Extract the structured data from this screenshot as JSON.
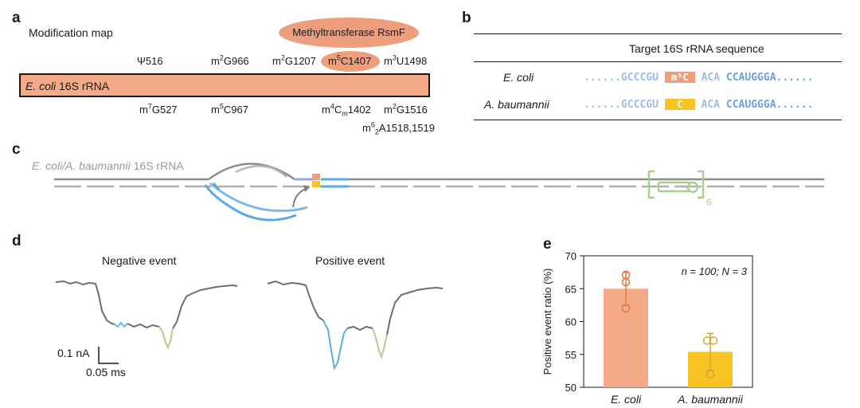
{
  "panel_a": {
    "label": "a",
    "title": "Modification map",
    "enzyme": "Methyltransferase RsmF",
    "bar_italic": "E. coli",
    "bar_rest": " 16S rRNA",
    "mods_above": [
      {
        "pre": "Ψ516",
        "sup": "",
        "post": ""
      },
      {
        "pre": "m",
        "sup": "2",
        "post": "G966"
      },
      {
        "pre": "m",
        "sup": "2",
        "post": "G1207"
      },
      {
        "pre": "m",
        "sup": "5",
        "post": "C1407"
      },
      {
        "pre": "m",
        "sup": "3",
        "post": "U1498"
      }
    ],
    "mods_below": [
      {
        "pre": "m",
        "sup": "7",
        "post": "G527"
      },
      {
        "pre": "m",
        "sup": "5",
        "post": "C967"
      },
      {
        "pre": "m",
        "sup": "4",
        "mid": "C",
        "sub": "m",
        "post": "1402"
      },
      {
        "pre": "m",
        "sup": "2",
        "post": "G1516"
      }
    ],
    "mod_last": {
      "pre": "m",
      "sup": "6",
      "sub": "2",
      "post": "A1518,1519"
    }
  },
  "panel_b": {
    "label": "b",
    "header": "Target 16S rRNA sequence",
    "rows": [
      {
        "organism": "E. coli",
        "dots_left": "......",
        "left": "GCCCGU",
        "box": "m⁵C",
        "box_color": "#ee9e7d",
        "mid": "ACA",
        "right": "CCAUGGGA",
        "dots_right": "......"
      },
      {
        "organism": "A. baumannii",
        "dots_left": "......",
        "left": "GCCCGU",
        "box": "C",
        "box_color": "#f7c325",
        "mid": "ACA",
        "right": "CCAUGGGA",
        "dots_right": "......"
      }
    ]
  },
  "panel_c": {
    "label": "c",
    "caption_italic": "E. coli/A. baumannii",
    "caption_rest": " 16S rRNA",
    "repeat": "6"
  },
  "panel_d": {
    "label": "d",
    "negative": "Negative event",
    "positive": "Positive event",
    "scale_y": "0.1 nA",
    "scale_x": "0.05 ms"
  },
  "panel_e": {
    "label": "e",
    "annotation": "n = 100; N = 3"
  },
  "chart_data": {
    "type": "bar",
    "categories": [
      "E. coli",
      "A. baumannii"
    ],
    "values": [
      65.0,
      55.4
    ],
    "errors": [
      2.5,
      2.8
    ],
    "points": [
      [
        67.1,
        66.0,
        62.0
      ],
      [
        57.1,
        57.1,
        52.0
      ]
    ],
    "colors": [
      "#f4a987",
      "#f7c325"
    ],
    "point_colors": [
      "#e8743c",
      "#d4a92b"
    ],
    "ylabel": "Positive event ratio (%)",
    "ylim": [
      50,
      70
    ],
    "yticks": [
      50,
      55,
      60,
      65,
      70
    ]
  }
}
